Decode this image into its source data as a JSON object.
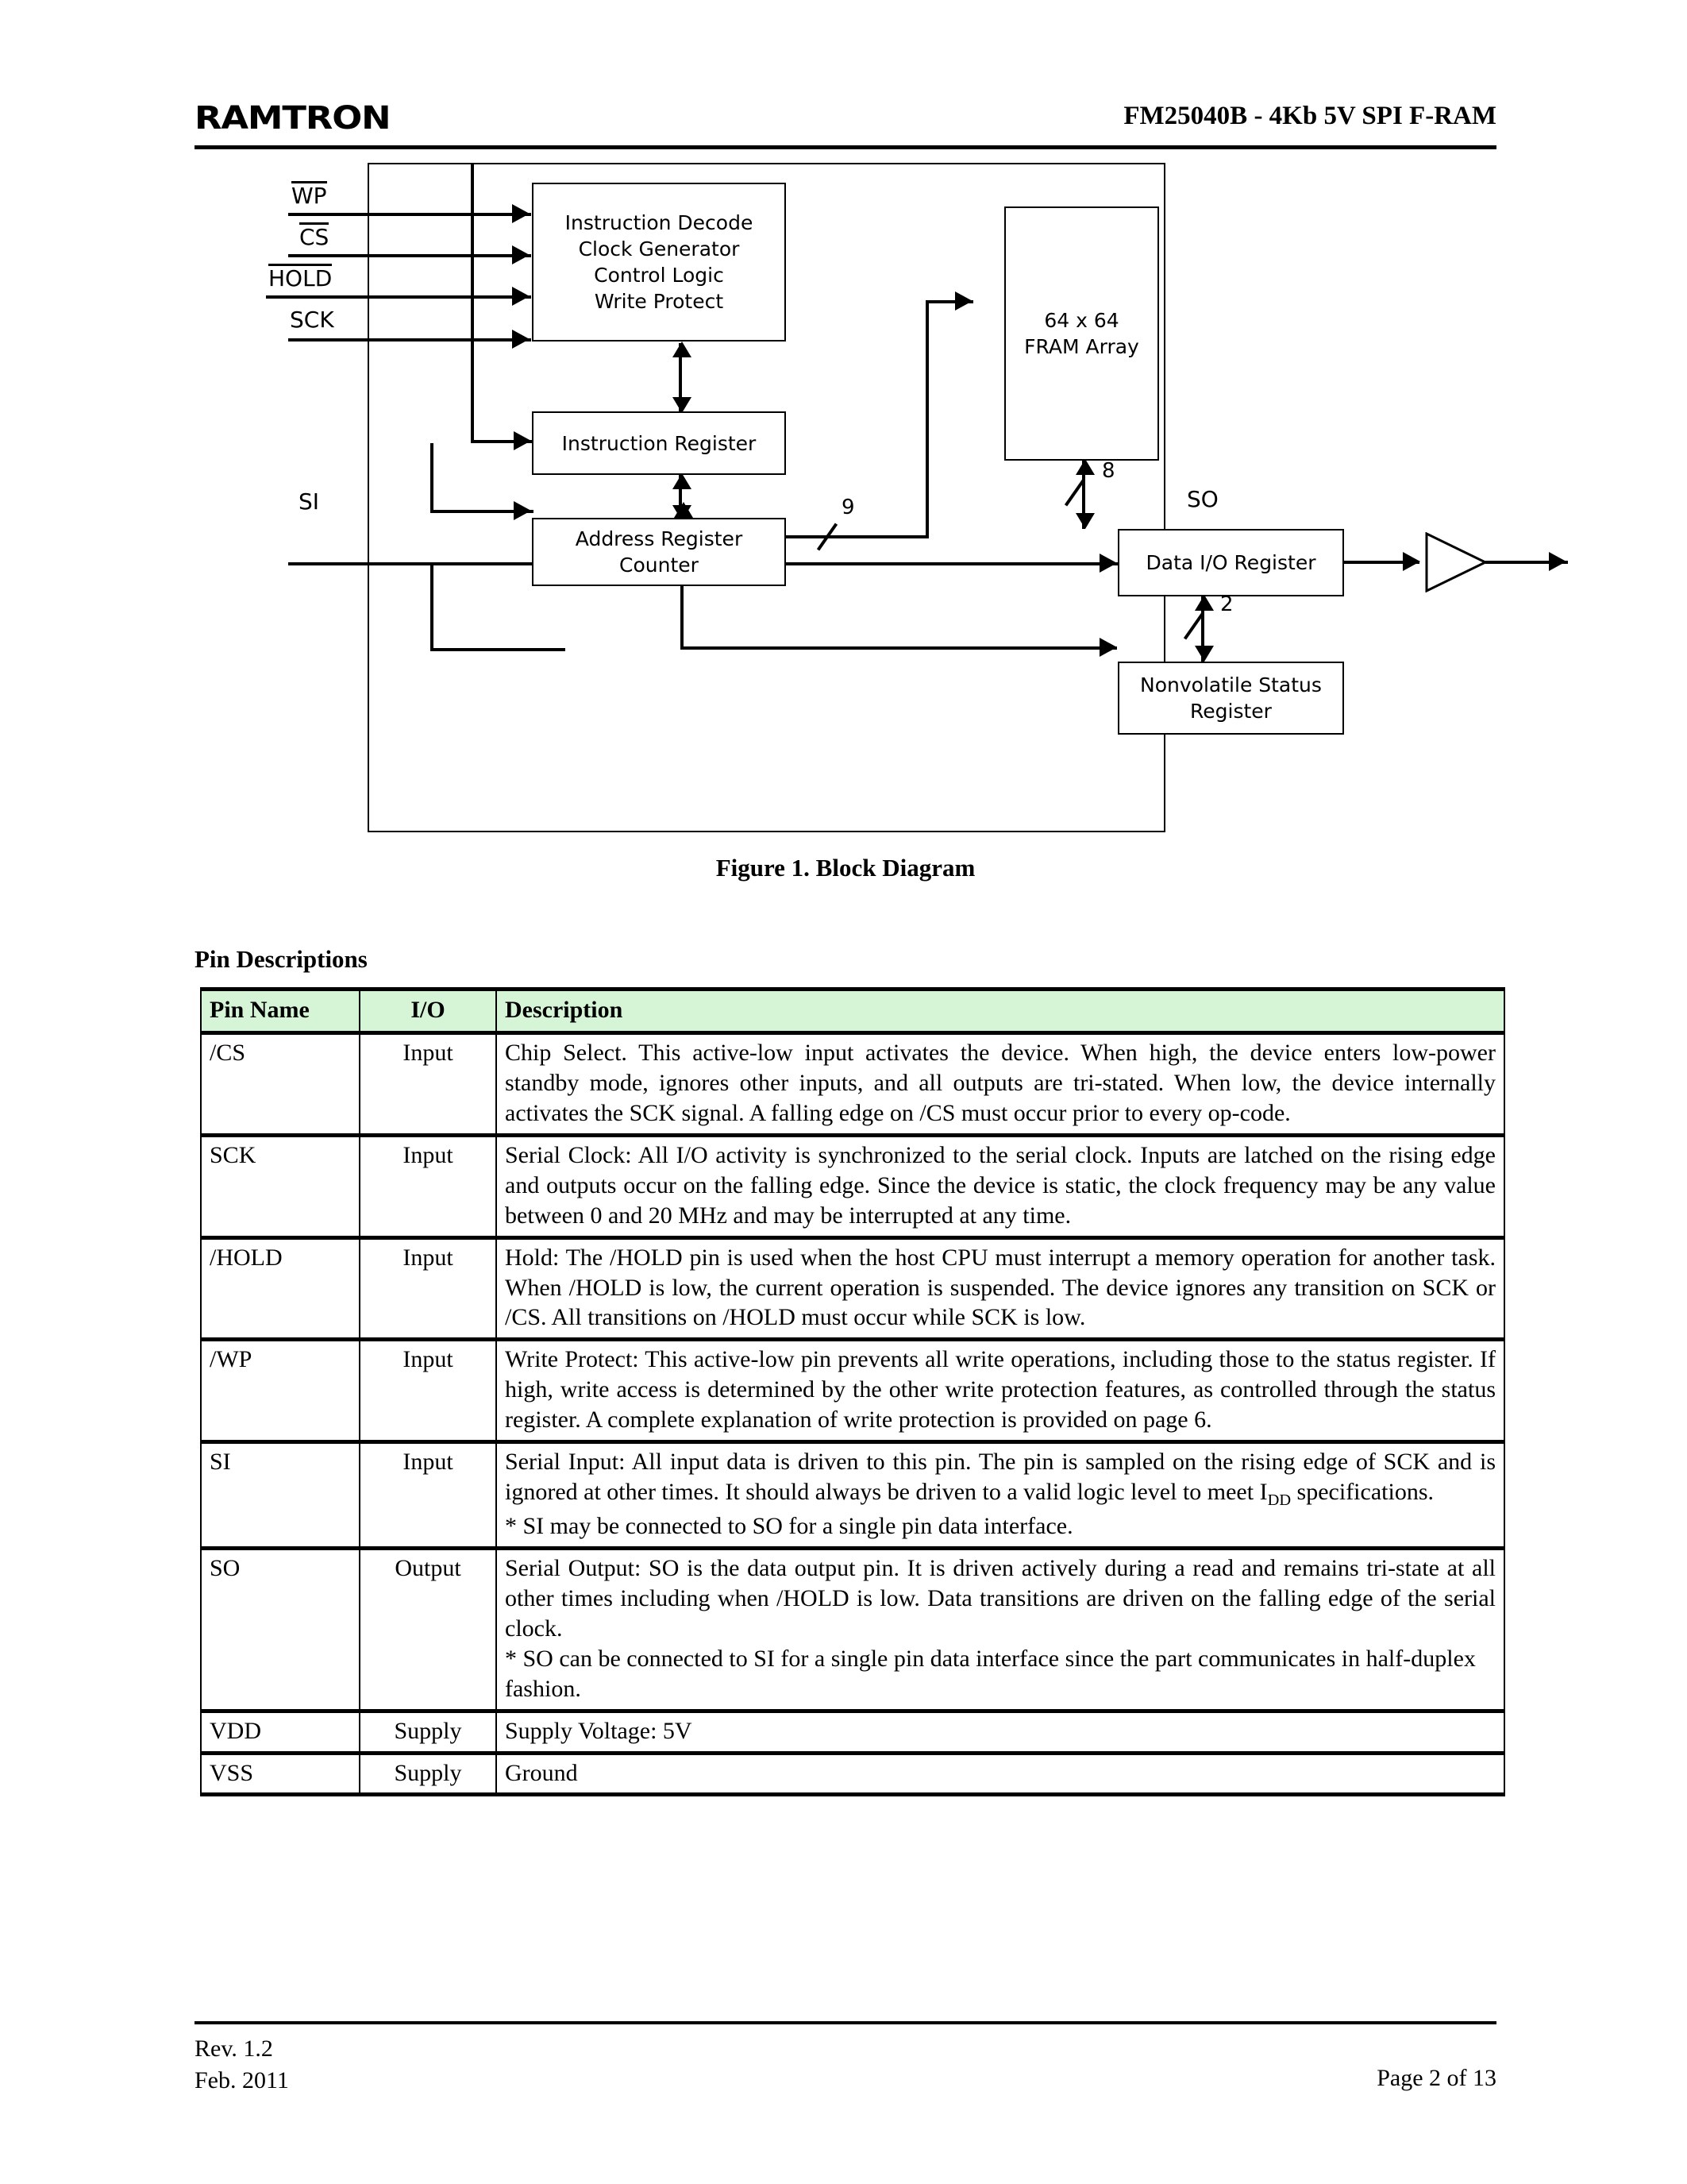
{
  "header": {
    "logo": "RAMTRON",
    "title": "FM25040B - 4Kb 5V SPI F-RAM"
  },
  "figure": {
    "caption": "Figure 1.  Block Diagram",
    "inputs": [
      {
        "label": "WP",
        "overbar": true
      },
      {
        "label": "CS",
        "overbar": true
      },
      {
        "label": "HOLD",
        "overbar": true
      },
      {
        "label": "SCK",
        "overbar": false
      }
    ],
    "si_label": "SI",
    "so_label": "SO",
    "blocks": {
      "control": [
        "Instruction Decode",
        "Clock Generator",
        "Control Logic",
        "Write Protect"
      ],
      "instruction_register": [
        "Instruction Register"
      ],
      "address_register": [
        "Address Register",
        "Counter"
      ],
      "fram_array": [
        "64 x 64",
        "FRAM Array"
      ],
      "data_io_register": [
        "Data I/O Register"
      ],
      "status_register": [
        "Nonvolatile Status",
        "Register"
      ]
    },
    "bus_widths": {
      "address_to_array": "9",
      "array_to_data": "8",
      "data_to_status": "2"
    }
  },
  "pin_section": {
    "title": "Pin Descriptions",
    "columns": [
      "Pin Name",
      "I/O",
      "Description"
    ],
    "header_bg": "#d6f5d6",
    "rows": [
      {
        "pin": "/CS",
        "io": "Input",
        "description": "Chip Select. This active-low input activates the device. When high, the device enters low-power standby mode, ignores other inputs, and all outputs are tri-stated. When low, the device internally activates the SCK signal. A falling edge on /CS must occur prior to every op-code."
      },
      {
        "pin": "SCK",
        "io": "Input",
        "description": "Serial Clock: All I/O activity is synchronized to the serial clock. Inputs are latched on the rising edge and outputs occur on the falling edge. Since the device is static, the clock frequency may be any value between 0 and 20 MHz and may be interrupted at any time."
      },
      {
        "pin": "/HOLD",
        "io": "Input",
        "description": "Hold: The /HOLD pin is used when the host CPU must interrupt a memory operation for another task. When /HOLD is low, the current operation is suspended. The device ignores any transition on SCK or /CS. All transitions on /HOLD must occur while SCK is low."
      },
      {
        "pin": "/WP",
        "io": "Input",
        "description": "Write Protect: This active-low pin prevents all write operations, including those to the status register. If high, write access is determined by the other write protection features, as controlled through the status register. A complete explanation of write protection is provided on page 6."
      },
      {
        "pin": "SI",
        "io": "Input",
        "description": "Serial Input: All input data is driven to this pin. The pin is sampled on the rising edge of SCK and is ignored at other times. It should always be driven to a valid logic level to meet ",
        "description_sub_pre": "I",
        "description_sub": "DD",
        "description_post": " specifications.",
        "note": "* SI may be connected to SO for a single pin data interface."
      },
      {
        "pin": "SO",
        "io": "Output",
        "description": "Serial Output: SO is the data output pin. It is driven actively during a read and remains tri-state at all other times including when /HOLD is low. Data transitions are driven on the falling edge of the serial clock.",
        "note": "* SO can be connected to SI for a single pin data interface since the part communicates in half-duplex fashion."
      },
      {
        "pin": "VDD",
        "io": "Supply",
        "description": "Supply Voltage: 5V"
      },
      {
        "pin": "VSS",
        "io": "Supply",
        "description": "Ground"
      }
    ]
  },
  "footer": {
    "revision": "Rev. 1.2",
    "date": "Feb. 2011",
    "page": "Page 2 of 13"
  }
}
